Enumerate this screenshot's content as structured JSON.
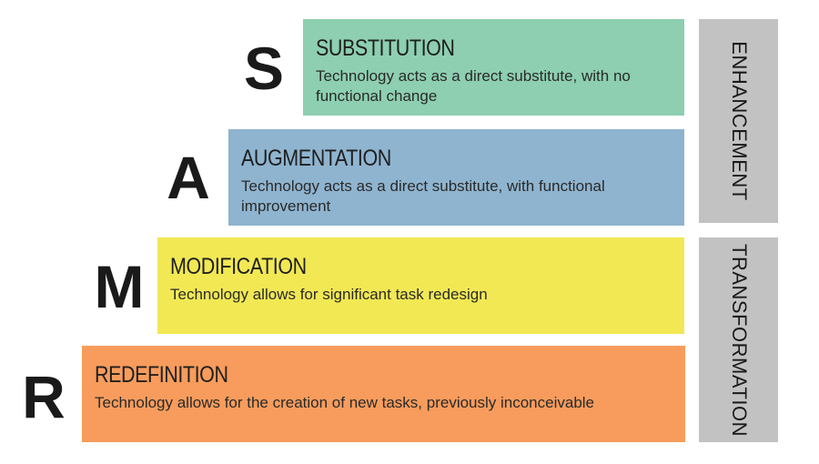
{
  "levels": [
    {
      "letter": "S",
      "title": "SUBSTITUTION",
      "description": "Technology acts as a direct substitute, with no functional change",
      "color": "#8dcfb0"
    },
    {
      "letter": "A",
      "title": "AUGMENTATION",
      "description": "Technology acts as a direct substitute, with functional improvement",
      "color": "#8fb4cf"
    },
    {
      "letter": "M",
      "title": "MODIFICATION",
      "description": "Technology allows for significant task redesign",
      "color": "#f1e854"
    },
    {
      "letter": "R",
      "title": "REDEFINITION",
      "description": "Technology allows for the creation of new tasks, previously inconceivable",
      "color": "#f79c5c"
    }
  ],
  "phases": {
    "enhancement": {
      "label": "ENHANCEMENT",
      "color": "#c2c2c2"
    },
    "transformation": {
      "label": "TRANSFORMATION",
      "color": "#c2c2c2"
    }
  }
}
